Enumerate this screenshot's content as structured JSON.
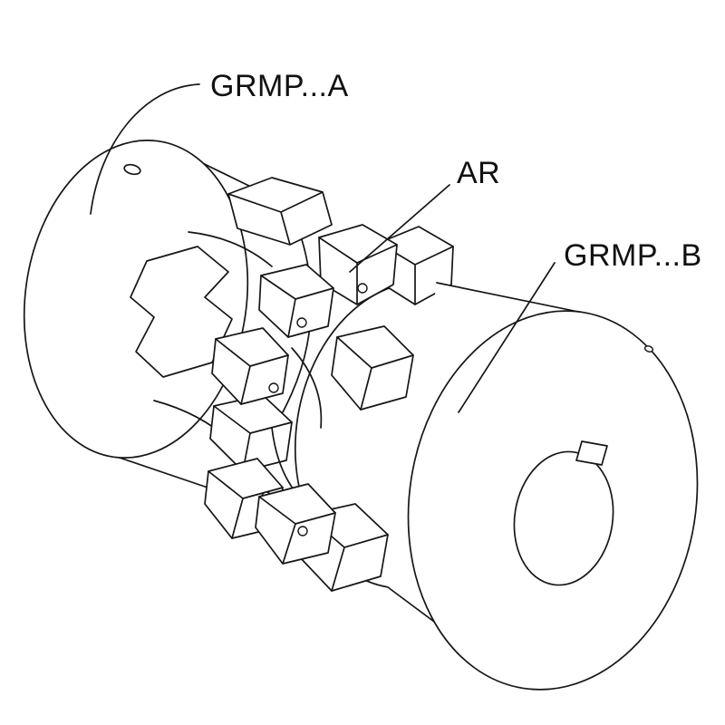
{
  "labels": {
    "grmp_a": "GRMP...A",
    "ar": "AR",
    "grmp_b": "GRMP...B"
  },
  "colors": {
    "line": "#161616",
    "text": "#111111",
    "background": "#ffffff"
  }
}
